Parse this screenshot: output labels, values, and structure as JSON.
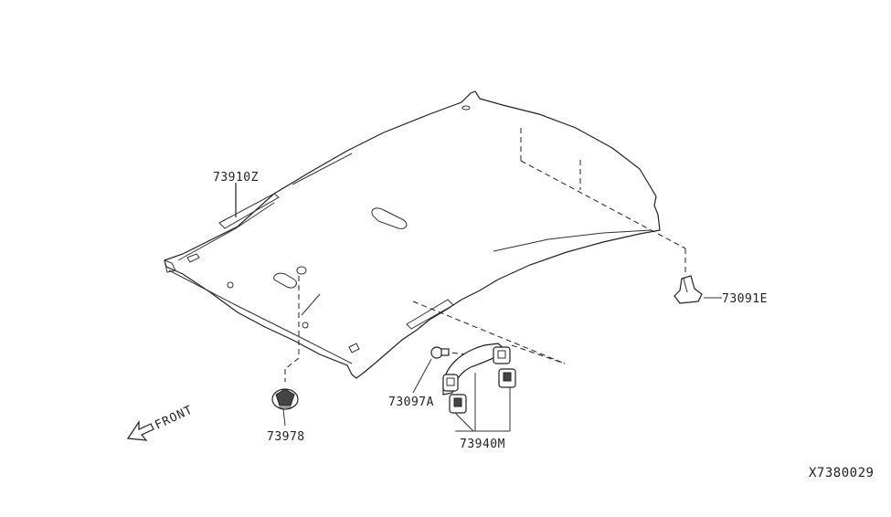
{
  "diagram": {
    "labels": {
      "headlining": "73910Z",
      "clip_rear": "73091E",
      "clip_left": "73978",
      "screw": "73097A",
      "assist_grip": "73940M"
    },
    "front_indicator": "FRONT",
    "drawing_code": "X7380029"
  }
}
